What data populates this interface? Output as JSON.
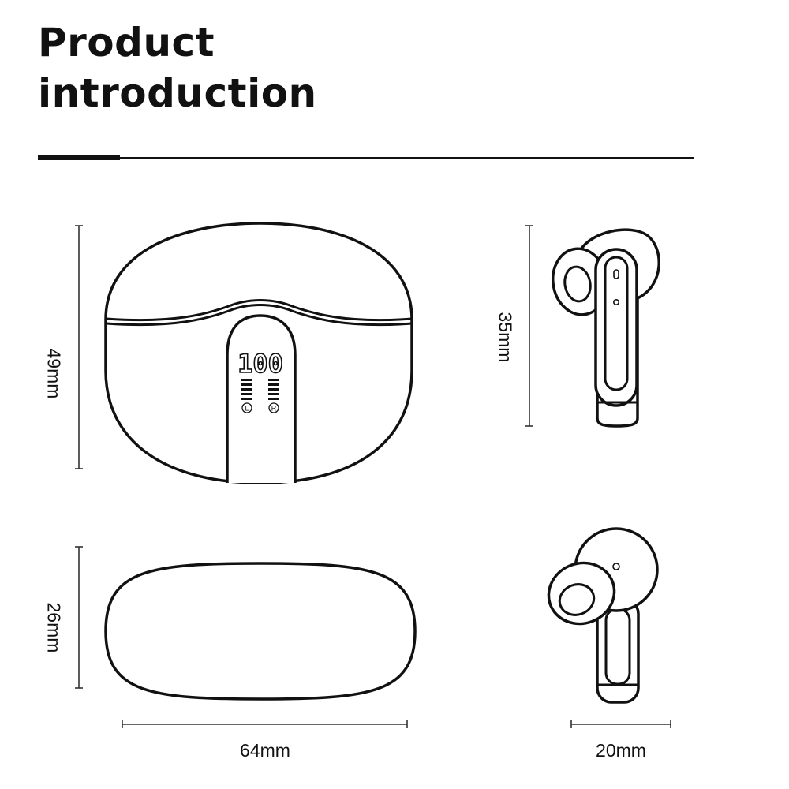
{
  "header": {
    "title_line1": "Product",
    "title_line2": "introduction"
  },
  "dimensions": {
    "case_height": "49mm",
    "case_width": "64mm",
    "case_depth": "26mm",
    "earbud_height": "35mm",
    "earbud_width": "20mm"
  },
  "case_display": {
    "battery_readout": "100",
    "left_label": "L",
    "right_label": "R"
  },
  "colors": {
    "ink": "#111111",
    "background": "#ffffff"
  }
}
